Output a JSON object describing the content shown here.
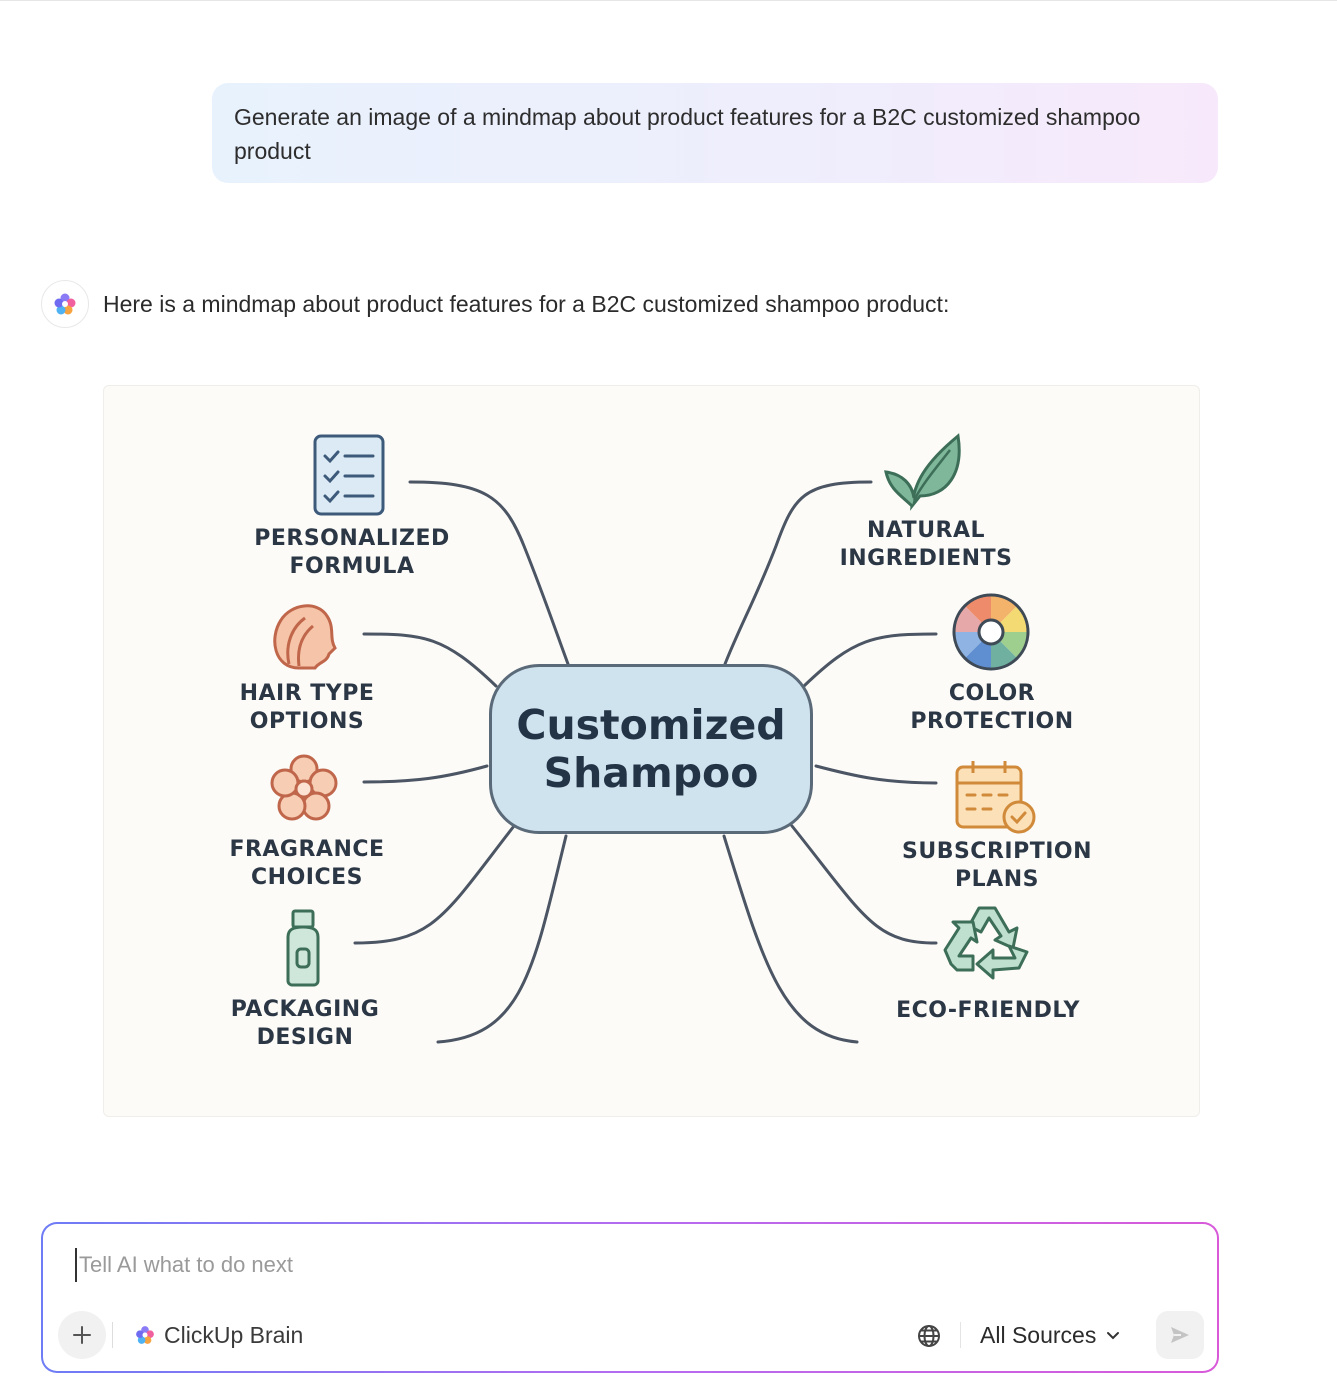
{
  "conversation": {
    "user_message": "Generate an image of a mindmap about product features for a B2C customized shampoo product",
    "ai_message": "Here is a mindmap about product features for a B2C customized shampoo product:"
  },
  "mindmap": {
    "center": "Customized\nShampoo",
    "branches": [
      {
        "label": "PERSONALIZED\nFORMULA",
        "icon": "checklist-icon",
        "side": "left"
      },
      {
        "label": "HAIR TYPE\nOPTIONS",
        "icon": "hair-profile-icon",
        "side": "left"
      },
      {
        "label": "FRAGRANCE\nCHOICES",
        "icon": "flower-icon",
        "side": "left"
      },
      {
        "label": "PACKAGING\nDESIGN",
        "icon": "bottle-icon",
        "side": "left"
      },
      {
        "label": "NATURAL\nINGREDIENTS",
        "icon": "leaf-icon",
        "side": "right"
      },
      {
        "label": "COLOR\nPROTECTION",
        "icon": "color-wheel-icon",
        "side": "right"
      },
      {
        "label": "SUBSCRIPTION\nPLANS",
        "icon": "calendar-check-icon",
        "side": "right"
      },
      {
        "label": "ECO-FRIENDLY",
        "icon": "recycle-icon",
        "side": "right"
      }
    ],
    "colors": {
      "line": "#4b5563",
      "center_fill": "#cfe3ef",
      "center_border": "#5b6a78",
      "text": "#2c3746"
    }
  },
  "composer": {
    "placeholder": "Tell AI what to do next",
    "brain_label": "ClickUp Brain",
    "sources_label": "All Sources",
    "icons": {
      "add": "plus-icon",
      "globe": "globe-icon",
      "send": "send-icon",
      "dropdown": "chevron-down-icon"
    }
  }
}
